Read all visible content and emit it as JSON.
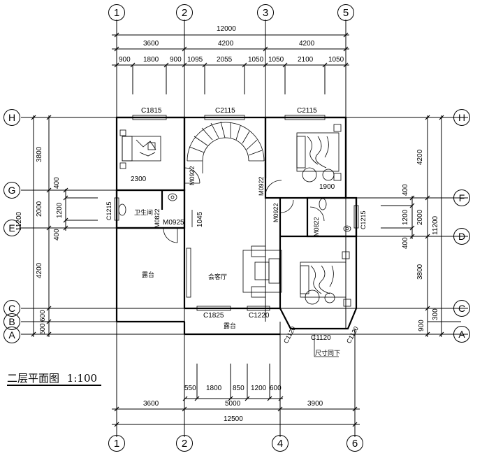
{
  "title": "二层平面图",
  "scale": "1:100",
  "grid_top": [
    "1",
    "2",
    "3",
    "5"
  ],
  "grid_bottom": [
    "1",
    "2",
    "4",
    "6"
  ],
  "grid_left": [
    "H",
    "G",
    "E",
    "C",
    "B",
    "A"
  ],
  "grid_right": [
    "H",
    "F",
    "D",
    "C",
    "A"
  ],
  "dims": {
    "top_total": "12000",
    "top_row2": [
      "3600",
      "4200",
      "4200"
    ],
    "top_row3": [
      "900",
      "1800",
      "900",
      "1095",
      "2055",
      "1050",
      "1050",
      "2100",
      "1050"
    ],
    "bottom_row1": [
      "550",
      "1800",
      "850",
      "1200",
      "600"
    ],
    "bottom_row2": [
      "3600",
      "5000",
      "3900"
    ],
    "bottom_total": "12500",
    "left_outer": "11200",
    "left_mid": [
      "3800",
      "2000",
      "4200"
    ],
    "left_inner": [
      "400",
      "1200",
      "400"
    ],
    "left_small": [
      "600",
      "600"
    ],
    "right_outer": "11200",
    "right_mid": [
      "4200",
      "2000",
      "3800"
    ],
    "right_inner": [
      "400",
      "1200",
      "400"
    ],
    "right_small": [
      "900",
      "300"
    ]
  },
  "rooms": {
    "bathroom": "卫生间",
    "terrace": "露台",
    "living": "会客厅",
    "terrace_bottom": "露台"
  },
  "openings": {
    "c1815": "C1815",
    "c2115_a": "C2115",
    "c2115_b": "C2115",
    "w2300": "2300",
    "m0922_a": "M0922",
    "m0922_b": "M0922",
    "m0922_c": "M0922",
    "m0822_a": "M0822",
    "m0822_b": "M0822",
    "m0925": "M0925",
    "c1215_a": "C1215",
    "c1215_b": "C1215",
    "d1045": "1045",
    "w1900": "1900",
    "c1825": "C1825",
    "c1220": "C1220",
    "c1120_a": "C1120",
    "c1120_b": "C1120",
    "c1120_c": "C1120",
    "note": "尺寸同下"
  }
}
